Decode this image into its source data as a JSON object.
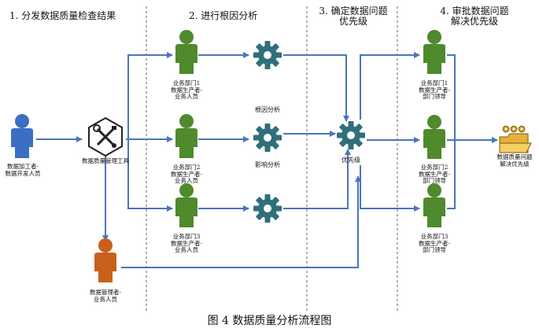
{
  "headers": {
    "h1": "1. 分发数据质量检查结果",
    "h2": "2. 进行根因分析",
    "h3_line1": "3. 确定数据问题",
    "h3_line2": "优先级",
    "h4_line1": "4. 审批数据问题",
    "h4_line2": "解决优先级"
  },
  "actors": {
    "processor": [
      "数据加工者-",
      "数据开发人员"
    ],
    "tool": "数据质量管理工具",
    "manager": [
      "数据管理者-",
      "业务人员"
    ],
    "dept1_staff": [
      "业务部门1",
      "数据生产者-",
      "业务人员"
    ],
    "dept2_staff": [
      "业务部门2",
      "数据生产者-",
      "业务人员"
    ],
    "dept3_staff": [
      "业务部门3",
      "数据生产者-",
      "业务人员"
    ],
    "dept1_leader": [
      "业务部门1",
      "数据生产者-",
      "部门领导"
    ],
    "dept2_leader": [
      "业务部门2",
      "数据生产者-",
      "部门领导"
    ],
    "dept3_leader": [
      "业务部门3",
      "数据生产者-",
      "部门领导"
    ]
  },
  "steps": {
    "root_cause": "根因分析",
    "impact": "影响分析",
    "priority": "优先级",
    "result": [
      "数据质量问题",
      "解决优先级"
    ]
  },
  "caption": "图 4  数据质量分析流程图",
  "colors": {
    "green_person": "#4f8a2c",
    "blue_person": "#3a6fc4",
    "orange_person": "#c9601c",
    "gear": "#2f6f7c",
    "arrow": "#4a76b8",
    "divider": "#666666"
  }
}
